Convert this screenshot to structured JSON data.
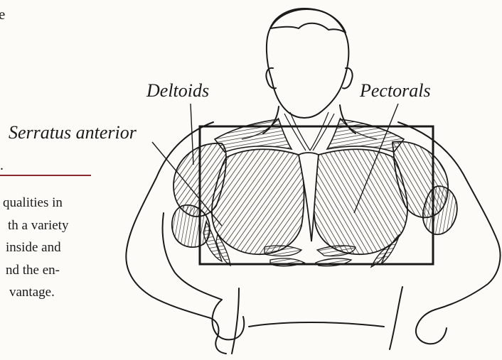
{
  "stray_left_top": "e",
  "stray_left_mid": ".",
  "labels": {
    "deltoids": "Deltoids",
    "pectorals": "Pectorals",
    "serratus": "Serratus anterior"
  },
  "body_text": [
    "qualities in",
    "th a variety",
    "inside and",
    "nd the en-",
    "vantage."
  ],
  "colors": {
    "rule": "#8a2a2e",
    "ink": "#1c1a18",
    "paper": "#fcfbf8"
  }
}
